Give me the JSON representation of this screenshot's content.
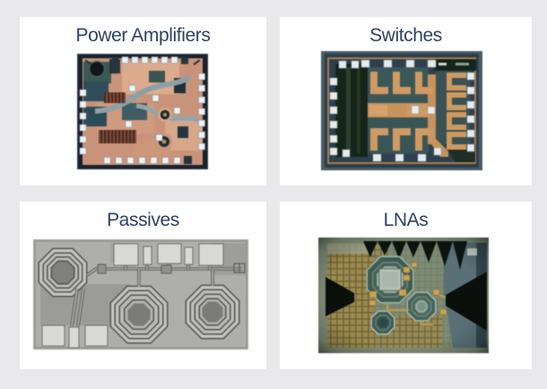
{
  "page": {
    "background_color": "#e9e9eb",
    "card_color": "#ffffff",
    "title_color": "#2f4166"
  },
  "panels": [
    {
      "id": "power-amplifiers",
      "title": "Power Amplifiers"
    },
    {
      "id": "switches",
      "title": "Switches"
    },
    {
      "id": "passives",
      "title": "Passives"
    },
    {
      "id": "lnas",
      "title": "LNAs"
    }
  ]
}
